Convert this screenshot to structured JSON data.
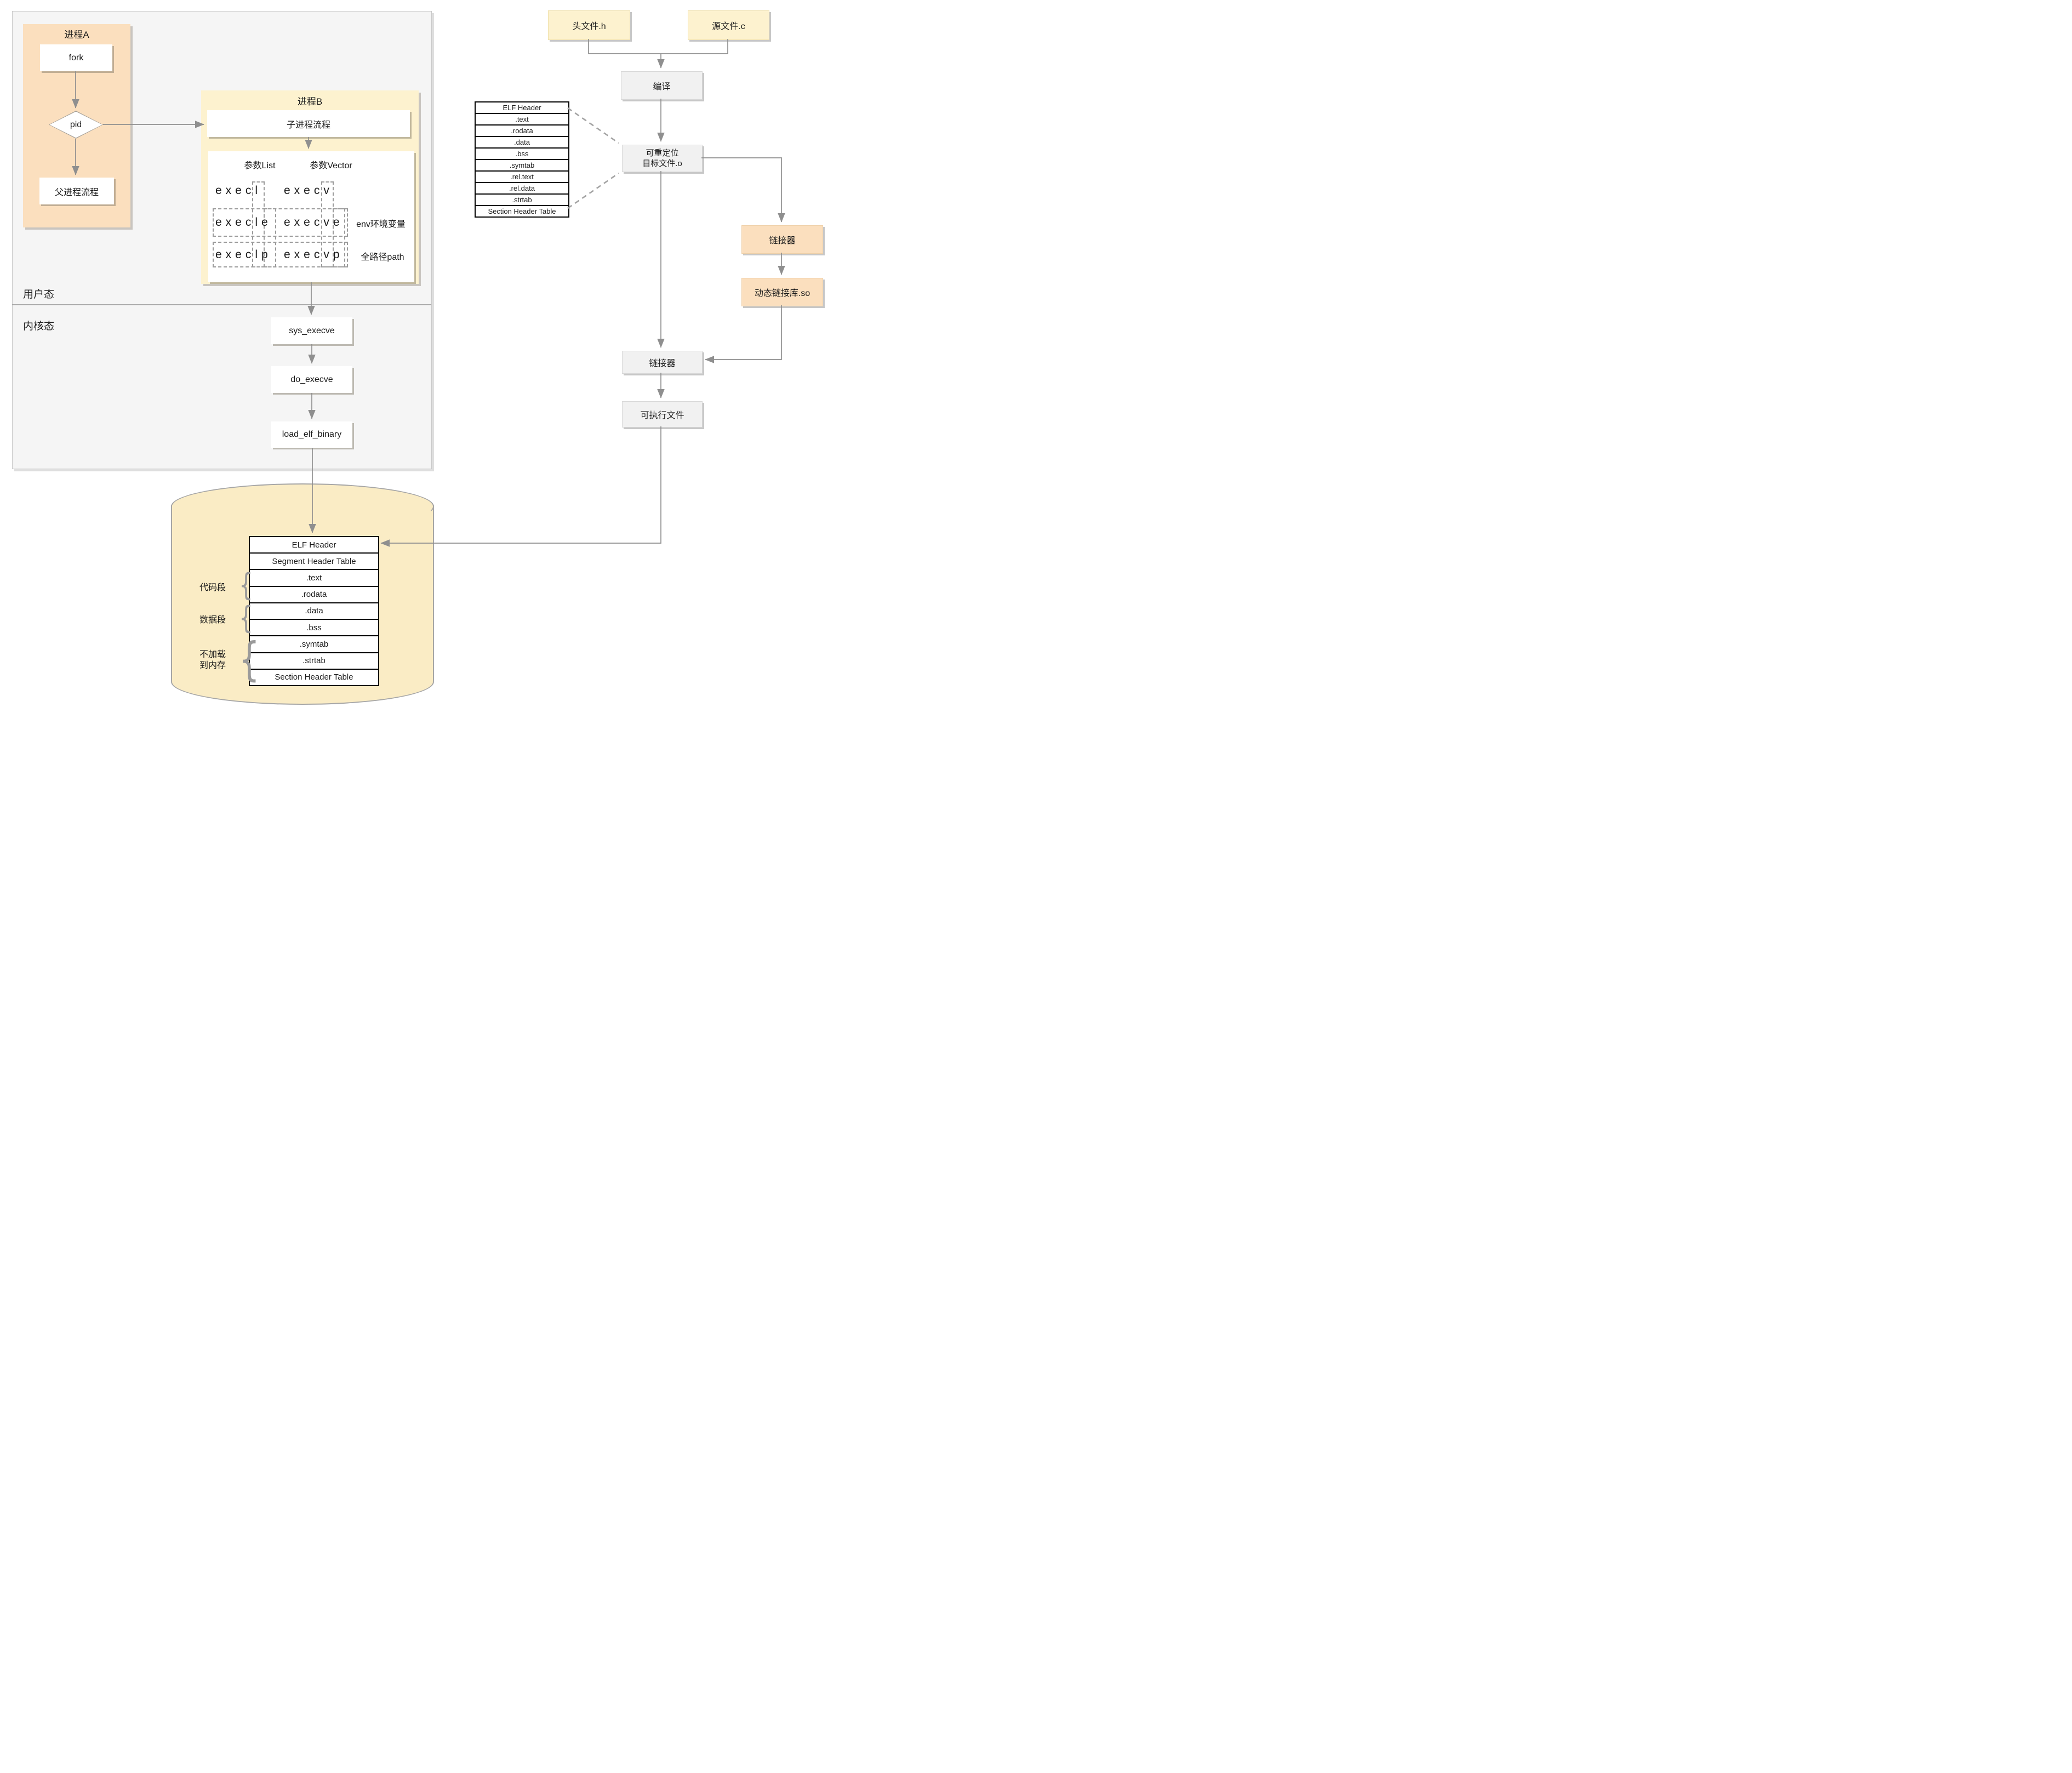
{
  "colors": {
    "c-yellow": "#FDF2CF",
    "c-orange": "#FBDFBE",
    "c-cyl": "#FAECC5",
    "c-graybox": "#F1F1F1",
    "c-panel": "#F5F5F5",
    "c-line": "#8F8F8F",
    "c-dash": "#9B9B9B"
  },
  "panel": {
    "user_mode": "用户态",
    "kernel_mode": "内核态"
  },
  "process_a": {
    "title": "进程A",
    "fork": "fork",
    "pid": "pid",
    "parent_flow": "父进程流程"
  },
  "process_b": {
    "title": "进程B",
    "child_flow": "子进程流程",
    "param_list_label": "参数List",
    "param_vector_label": "参数Vector",
    "exec_rows": [
      {
        "left": "execl",
        "right": "execv",
        "note": ""
      },
      {
        "left": "execle",
        "right": "execve",
        "note": "env环境变量"
      },
      {
        "left": "execlp",
        "right": "execvp",
        "note": "全路径path"
      }
    ]
  },
  "kernel_flow": {
    "sys_execve": "sys_execve",
    "do_execve": "do_execve",
    "load_elf_binary": "load_elf_binary"
  },
  "build_flow": {
    "header_file": "头文件.h",
    "source_file": "源文件.c",
    "compile": "编译",
    "relocatable_line1": "可重定位",
    "relocatable_line2": "目标文件.o",
    "linker_top": "链接器",
    "dynamic_lib": "动态链接库.so",
    "linker_bottom": "链接器",
    "executable": "可执行文件"
  },
  "object_elf_table": {
    "rows": [
      "ELF Header",
      ".text",
      ".rodata",
      ".data",
      ".bss",
      ".symtab",
      ".rel.text",
      ".rel.data",
      ".strtab",
      "Section Header Table"
    ]
  },
  "disk": {
    "elf_table_rows": [
      "ELF Header",
      "Segment Header Table",
      ".text",
      ".rodata",
      ".data",
      ".bss",
      ".symtab",
      ".strtab",
      "Section Header Table"
    ],
    "segment_labels": {
      "code": "代码段",
      "data": "数据段",
      "noload_line1": "不加载",
      "noload_line2": "到内存"
    }
  }
}
